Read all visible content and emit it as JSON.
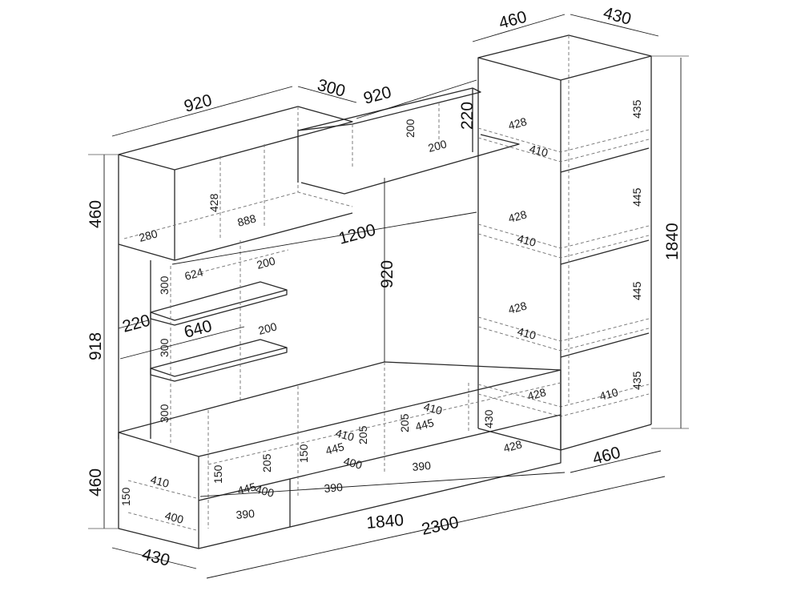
{
  "labels": {
    "top_left_920": "920",
    "top_mid_300": "300",
    "top_mid_920": "920",
    "top_right_460": "460",
    "top_right_430": "430",
    "right_220": "220",
    "mid_200_top": "200",
    "mid_200_b": "200",
    "right_428_a": "428",
    "right_410_a": "410",
    "right_435_a": "435",
    "left_460_top": "460",
    "left_918": "918",
    "left_460_bottom": "460",
    "height_428": "428",
    "width_888": "888",
    "depth_280": "280",
    "dim_1200": "1200",
    "right_1840": "1840",
    "right_445_a": "445",
    "right_428_b": "428",
    "right_410_b": "410",
    "right_445_b": "445",
    "right_428_c": "428",
    "right_410_c": "410",
    "right_435_b": "435",
    "right_428_d": "428",
    "right_410_d": "410",
    "shelf_624": "624",
    "shelf_200_a": "200",
    "shelf_300_a": "300",
    "left_220": "220",
    "shelf_640": "640",
    "shelf_200_b": "200",
    "shelf_300_b": "300",
    "shelf_300_c": "300",
    "center_920": "920",
    "base_410_a": "410",
    "base_400_a": "400",
    "base_150_a": "150",
    "base_445_a": "445",
    "base_205_a": "205",
    "base_150_b": "150",
    "base_400_b": "400",
    "base_390_a": "390",
    "base_410_b": "410",
    "base_205_b": "205",
    "base_445_b": "445",
    "base_150_c": "150",
    "base_400_c": "400",
    "base_390_b": "390",
    "base_410_c": "410",
    "base_205_c": "205",
    "base_445_c": "445",
    "base_430": "430",
    "base_390_c": "390",
    "base_428": "428",
    "bottom_460": "460",
    "bottom_1840": "1840",
    "bottom_2300": "2300",
    "bottom_430": "430"
  }
}
